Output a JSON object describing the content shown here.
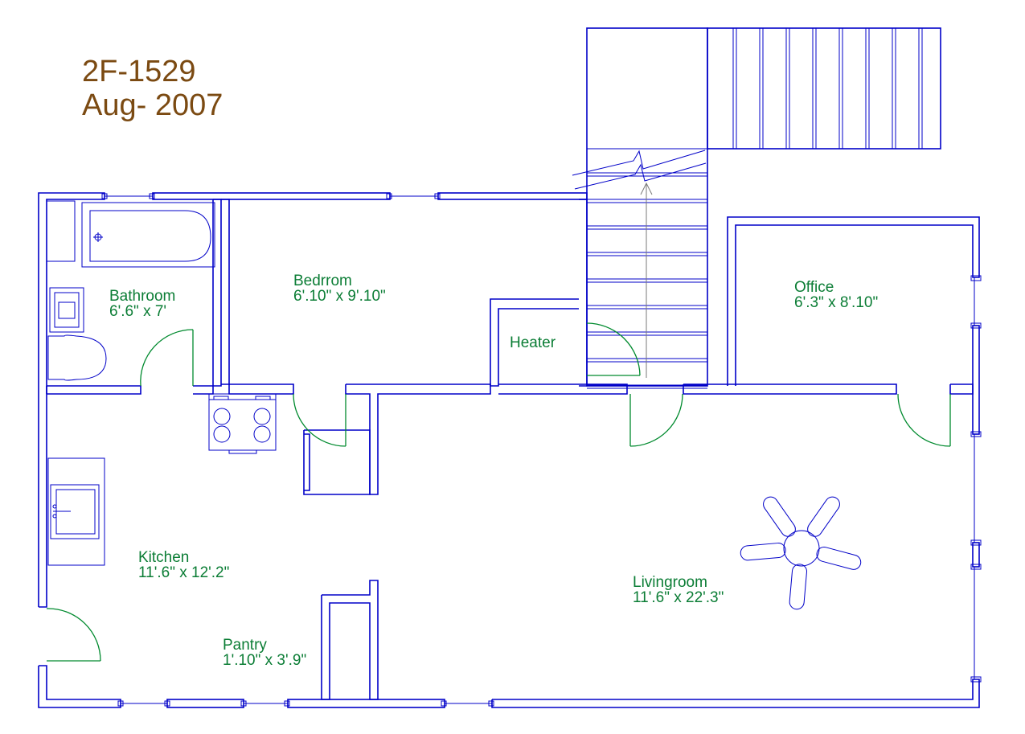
{
  "header": {
    "plan_id": "2F-1529",
    "date": "Aug- 2007"
  },
  "rooms": {
    "bathroom": {
      "name": "Bathroom",
      "size": "6'.6\" x 7'"
    },
    "bedroom": {
      "name": "Bedrrom",
      "size": "6'.10\" x 9'.10\""
    },
    "heater": {
      "name": "Heater"
    },
    "office": {
      "name": "Office",
      "size": "6'.3\" x 8'.10\""
    },
    "kitchen": {
      "name": "Kitchen",
      "size": "11'.6\" x 12'.2\""
    },
    "pantry": {
      "name": "Pantry",
      "size": "1'.10\" x 3'.9\""
    },
    "livingroom": {
      "name": "Livingroom",
      "size": "11'.6\" x 22'.3\""
    }
  },
  "colors": {
    "wall": "#0000c8",
    "door": "#008a2e",
    "label": "#0b7d35",
    "title": "#7b4a12"
  },
  "icons": [
    "bathtub-icon",
    "toilet-icon",
    "sink-icon",
    "stove-icon",
    "ceiling-fan-icon",
    "stair-arrow-icon"
  ]
}
